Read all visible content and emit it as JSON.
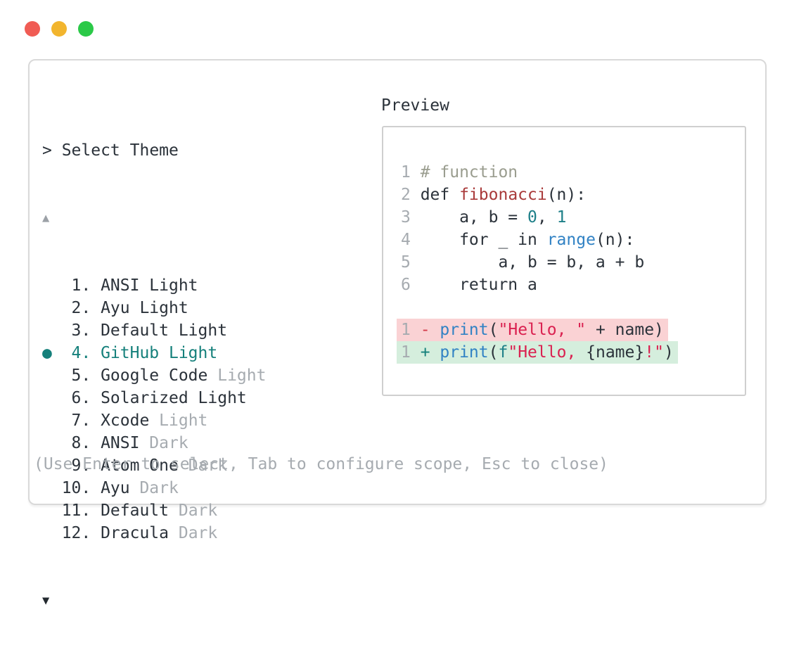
{
  "window": {
    "traffic_lights": [
      {
        "name": "close",
        "color": "#f05c54"
      },
      {
        "name": "minimize",
        "color": "#f2b52e"
      },
      {
        "name": "zoom",
        "color": "#2bc948"
      }
    ]
  },
  "theme_selector": {
    "title": "> Select Theme",
    "scroll_up": "▲",
    "scroll_down": "▼",
    "selection_marker": "●",
    "hint": "(Use Enter to select, Tab to configure scope, Esc to close)",
    "themes": [
      {
        "number": "1",
        "name": "ANSI Light",
        "variant": "",
        "selected": false
      },
      {
        "number": "2",
        "name": "Ayu Light",
        "variant": "",
        "selected": false
      },
      {
        "number": "3",
        "name": "Default Light",
        "variant": "",
        "selected": false
      },
      {
        "number": "4",
        "name": "GitHub Light",
        "variant": "",
        "selected": true
      },
      {
        "number": "5",
        "name": "Google Code",
        "variant": "Light",
        "selected": false
      },
      {
        "number": "6",
        "name": "Solarized Light",
        "variant": "",
        "selected": false
      },
      {
        "number": "7",
        "name": "Xcode",
        "variant": "Light",
        "selected": false
      },
      {
        "number": "8",
        "name": "ANSI",
        "variant": "Dark",
        "selected": false
      },
      {
        "number": "9",
        "name": "Atom One",
        "variant": "Dark",
        "selected": false
      },
      {
        "number": "10",
        "name": "Ayu",
        "variant": "Dark",
        "selected": false
      },
      {
        "number": "11",
        "name": "Default",
        "variant": "Dark",
        "selected": false
      },
      {
        "number": "12",
        "name": "Dracula",
        "variant": "Dark",
        "selected": false
      }
    ]
  },
  "preview": {
    "label": "Preview",
    "language": "python",
    "code_lines": [
      {
        "num": "1",
        "tokens": [
          {
            "text": "# function",
            "type": "comment"
          }
        ]
      },
      {
        "num": "2",
        "tokens": [
          {
            "text": "def ",
            "type": "plain"
          },
          {
            "text": "fibonacci",
            "type": "function"
          },
          {
            "text": "(n):",
            "type": "plain"
          }
        ]
      },
      {
        "num": "3",
        "tokens": [
          {
            "text": "    a, b = ",
            "type": "plain"
          },
          {
            "text": "0",
            "type": "number"
          },
          {
            "text": ", ",
            "type": "plain"
          },
          {
            "text": "1",
            "type": "number"
          }
        ]
      },
      {
        "num": "4",
        "tokens": [
          {
            "text": "    for _ in ",
            "type": "plain"
          },
          {
            "text": "range",
            "type": "builtin"
          },
          {
            "text": "(n):",
            "type": "plain"
          }
        ]
      },
      {
        "num": "5",
        "tokens": [
          {
            "text": "        a, b = b, a + b",
            "type": "plain"
          }
        ]
      },
      {
        "num": "6",
        "tokens": [
          {
            "text": "    return a",
            "type": "plain"
          }
        ]
      }
    ],
    "diff_lines": [
      {
        "num": "1",
        "kind": "removed",
        "tokens": [
          {
            "text": "- ",
            "type": "diff-minus"
          },
          {
            "text": "print",
            "type": "builtin"
          },
          {
            "text": "(",
            "type": "plain"
          },
          {
            "text": "\"Hello, \"",
            "type": "string"
          },
          {
            "text": " + name)",
            "type": "plain"
          }
        ]
      },
      {
        "num": "1",
        "kind": "added",
        "tokens": [
          {
            "text": "+ ",
            "type": "diff-plus"
          },
          {
            "text": "print",
            "type": "builtin"
          },
          {
            "text": "(",
            "type": "plain"
          },
          {
            "text": "f",
            "type": "string-prefix"
          },
          {
            "text": "\"Hello, ",
            "type": "string"
          },
          {
            "text": "{name}",
            "type": "plain"
          },
          {
            "text": "!\"",
            "type": "string"
          },
          {
            "text": ")",
            "type": "plain"
          }
        ]
      }
    ]
  },
  "colors": {
    "accent_teal": "#15807b",
    "text_dark": "#2b323a",
    "text_muted": "#a6abb0",
    "comment": "#9a9d8f",
    "function_red": "#a93a3a",
    "string_crimson": "#da2150",
    "builtin_blue": "#3182c4",
    "number_teal": "#1d7f88",
    "removed_bg": "#fad2d4",
    "added_bg": "#d5eedd",
    "traffic_red": "#f05c54",
    "traffic_yellow": "#f2b52e",
    "traffic_green": "#2bc948"
  }
}
